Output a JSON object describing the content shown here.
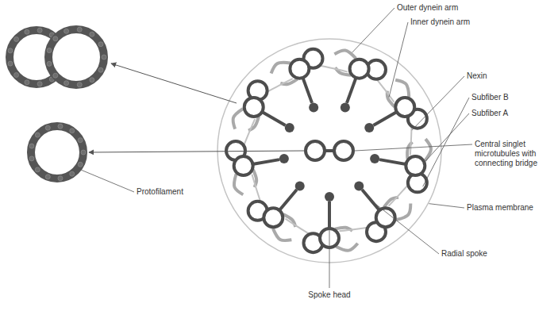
{
  "diagram": {
    "labels": [
      "Outer dynein arm",
      "Inner dynein arm",
      "Nexin",
      "Subfiber B",
      "Subfiber A",
      "Central singlet microtubules with connecting bridge",
      "Plasma membrane",
      "Radial spoke",
      "Spoke head",
      "Protofilament"
    ]
  }
}
